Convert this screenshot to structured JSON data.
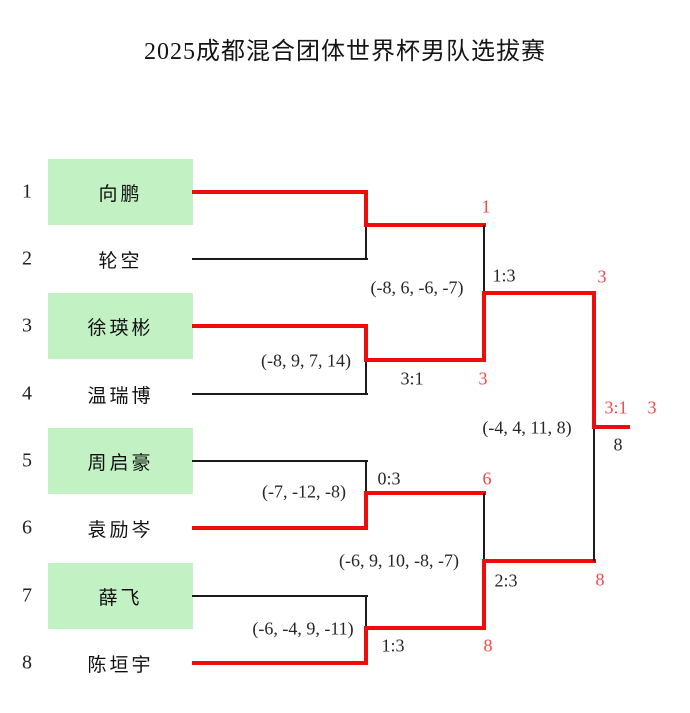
{
  "title": "2025成都混合团体世界杯男队选拔赛",
  "colors": {
    "line_red": "#ee0c0c",
    "label_red": "#f24747",
    "box_green": "#c2f2c3",
    "line_black": "#1b1b1b"
  },
  "players": [
    {
      "seed": "1",
      "name": "向鹏"
    },
    {
      "seed": "2",
      "name": "轮空"
    },
    {
      "seed": "3",
      "name": "徐瑛彬"
    },
    {
      "seed": "4",
      "name": "温瑞博"
    },
    {
      "seed": "5",
      "name": "周启豪"
    },
    {
      "seed": "6",
      "name": "袁励岑"
    },
    {
      "seed": "7",
      "name": "薛飞"
    },
    {
      "seed": "8",
      "name": "陈垣宇"
    }
  ],
  "matches": {
    "m1": {
      "winner_seed": "1"
    },
    "m2": {
      "score": "3:1",
      "games": "(-8, 9, 7, 14)",
      "winner_seed": "3"
    },
    "m3": {
      "score": "0:3",
      "games": "(-7, -12, -8)",
      "winner_seed": "6"
    },
    "m4": {
      "score": "1:3",
      "games": "(-6, -4, 9, -11)",
      "winner_seed": "8"
    },
    "sf1": {
      "score": "1:3",
      "games": "(-8, 6, -6, -7)",
      "winner_seed": "3"
    },
    "sf2": {
      "score": "2:3",
      "games": "(-6, 9, 10, -8, -7)",
      "winner_seed": "8"
    },
    "final": {
      "score": "3:1",
      "games": "(-4, 4, 11, 8)",
      "winner_seed": "3",
      "runner_up_seed": "8"
    }
  }
}
